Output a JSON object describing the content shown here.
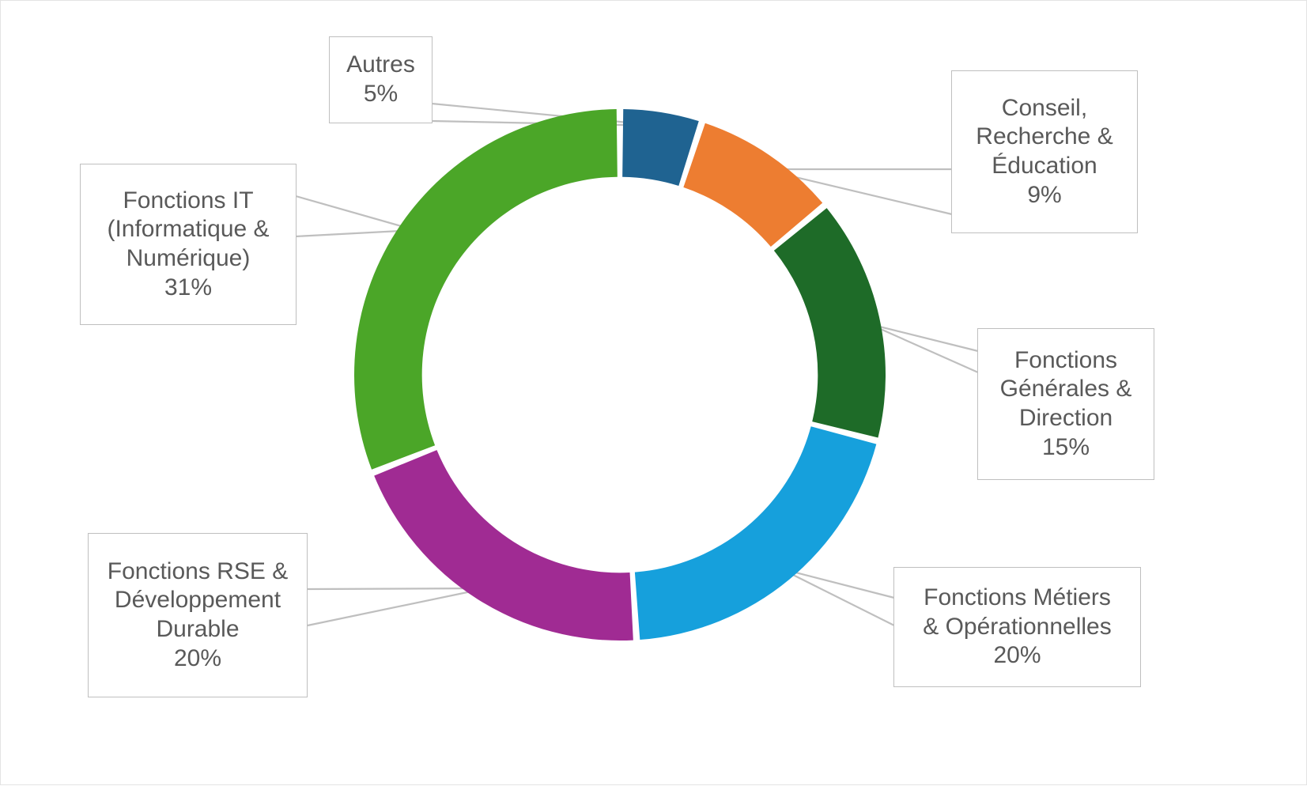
{
  "chart_data": {
    "type": "pie",
    "variant": "donut",
    "title": "",
    "subtitle": "",
    "xlabel": "",
    "ylabel": "",
    "legend_position": "none",
    "grid": false,
    "value_unit": "%",
    "categories": [
      "Autres",
      "Conseil, Recherche & Éducation",
      "Fonctions Générales & Direction",
      "Fonctions Métiers & Opérationnelles",
      "Fonctions RSE & Développement Durable",
      "Fonctions IT (Informatique & Numérique)"
    ],
    "values": [
      5,
      9,
      15,
      20,
      20,
      31
    ],
    "colors": [
      "#1F6391",
      "#ED7D31",
      "#1E6B28",
      "#16A0DC",
      "#A02B93",
      "#4BA628"
    ],
    "start_angle_deg": 0,
    "direction": "clockwise",
    "inner_radius_ratio": 0.745
  },
  "labels": {
    "autres": {
      "lines": [
        "Autres"
      ],
      "pct": "5%",
      "color": "#1F6391"
    },
    "conseil": {
      "lines": [
        "Conseil,",
        "Recherche &",
        "Éducation"
      ],
      "pct": "9%",
      "color": "#ED7D31"
    },
    "generales": {
      "lines": [
        "Fonctions",
        "Générales &",
        "Direction"
      ],
      "pct": "15%",
      "color": "#1E6B28"
    },
    "metiers": {
      "lines": [
        "Fonctions Métiers",
        "& Opérationnelles"
      ],
      "pct": "20%",
      "color": "#16A0DC"
    },
    "rse": {
      "lines": [
        "Fonctions RSE &",
        "Développement",
        "Durable"
      ],
      "pct": "20%",
      "color": "#A02B93"
    },
    "it": {
      "lines": [
        "Fonctions IT",
        "(Informatique &",
        "Numérique)"
      ],
      "pct": "31%",
      "color": "#4BA628"
    }
  },
  "style": {
    "background": "#ffffff",
    "border": "#e3e3e3",
    "callout_border": "#bfbfbf",
    "leader_line": "#bfbfbf",
    "text": "#595959"
  }
}
